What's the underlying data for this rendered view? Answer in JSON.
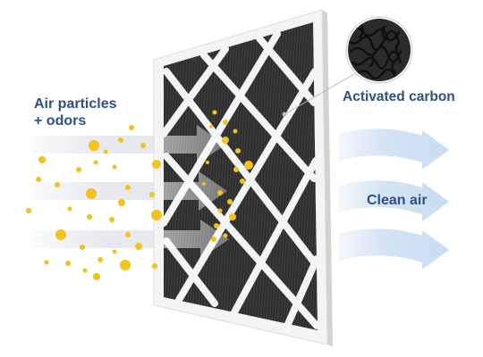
{
  "labels": {
    "input_line1": "Air particles",
    "input_line2": "+ odors",
    "carbon": "Activated carbon",
    "output": "Clean air"
  },
  "icons": {
    "filter": "pleated-carbon-air-filter",
    "magnifier": "activated-carbon-closeup",
    "dirty_air_arrows": "gray-arrows",
    "clean_air_arrows": "light-blue-arrows",
    "particles": "yellow-dots"
  },
  "colors": {
    "label_text": "#2f4f86",
    "dirty_arrow": "#e6e8ee",
    "clean_arrow": "#d5e4f4",
    "particle": "#f4c218",
    "filter_frame": "#f4f4f4",
    "filter_media": "#3b3b3b",
    "carbon_closeup": "#2b2b2b"
  }
}
